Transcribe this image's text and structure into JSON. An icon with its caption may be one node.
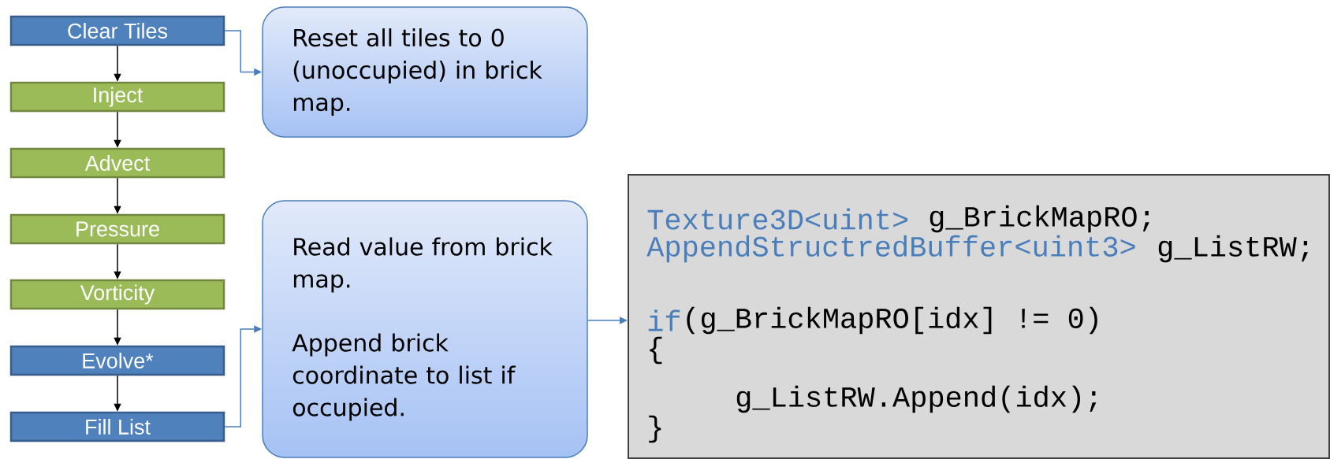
{
  "diagram": {
    "nodes": [
      {
        "text": [
          "Clear Tiles"
        ]
      },
      {
        "text": [
          "Inject"
        ]
      },
      {
        "text": [
          "Advect"
        ]
      },
      {
        "text": [
          "Pressure"
        ]
      },
      {
        "text": [
          "Vorticity"
        ]
      },
      {
        "text": [
          "Evolve*"
        ]
      },
      {
        "text": [
          "Fill List"
        ]
      },
      {
        "text": [
          "Reset all tiles to 0 (unoccupied) in brick map."
        ]
      },
      {
        "text": [
          "Read value from brick map.",
          "Append brick coordinate to list if occupied."
        ]
      },
      {
        "text": [
          "Texture3D<uint>",
          "g_BrickMapRO;",
          "AppendStructredBuffer<uint3>",
          "g_ListRW;",
          "if",
          "(g_BrickMapRO[idx] != 0)",
          "{",
          "g_ListRW.Append(idx);",
          "}"
        ]
      }
    ],
    "edges": [
      {
        "from": 0,
        "to": 1,
        "arrow": "to"
      },
      {
        "from": 1,
        "to": 2,
        "arrow": "to"
      },
      {
        "from": 2,
        "to": 3,
        "arrow": "to"
      },
      {
        "from": 3,
        "to": 4,
        "arrow": "to"
      },
      {
        "from": 4,
        "to": 5,
        "arrow": "to"
      },
      {
        "from": 5,
        "to": 6,
        "arrow": "to"
      },
      {
        "from": 0,
        "to": 7,
        "arrow": "to",
        "color": "#4a7ebb"
      },
      {
        "from": 6,
        "to": 8,
        "arrow": "to",
        "color": "#4a7ebb"
      },
      {
        "from": 8,
        "to": 9,
        "arrow": "to",
        "color": "#4a7ebb"
      }
    ]
  }
}
